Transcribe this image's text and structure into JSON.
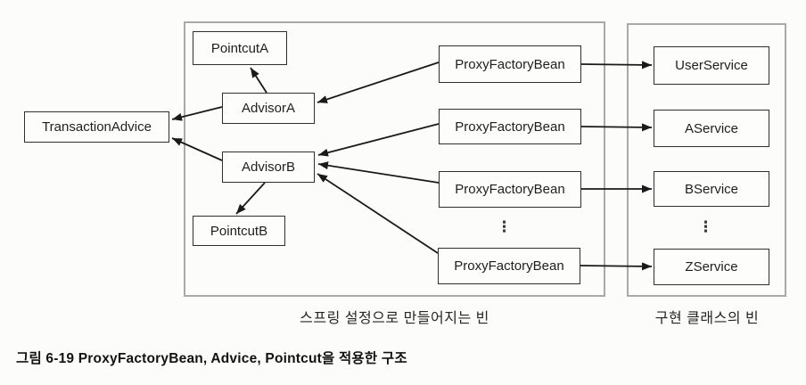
{
  "diagram": {
    "transaction_advice": "TransactionAdvice",
    "pointcut_a": "PointcutA",
    "advisor_a": "AdvisorA",
    "advisor_b": "AdvisorB",
    "pointcut_b": "PointcutB",
    "proxy_factory_beans": [
      "ProxyFactoryBean",
      "ProxyFactoryBean",
      "ProxyFactoryBean",
      "ProxyFactoryBean"
    ],
    "services": [
      "UserService",
      "AService",
      "BService",
      "ZService"
    ],
    "ellipsis": "⋮",
    "spring_beans_label": "스프링 설정으로 만들어지는 빈",
    "impl_beans_label": "구현 클래스의 빈"
  },
  "caption": "그림 6-19 ProxyFactoryBean, Advice, Pointcut을 적용한 구조",
  "colors": {
    "background": "#fcfcfa",
    "box_border": "#2f2f2f",
    "group_border": "#a9a9a9",
    "arrow": "#1a1a1a",
    "text": "#1e1e1e"
  }
}
